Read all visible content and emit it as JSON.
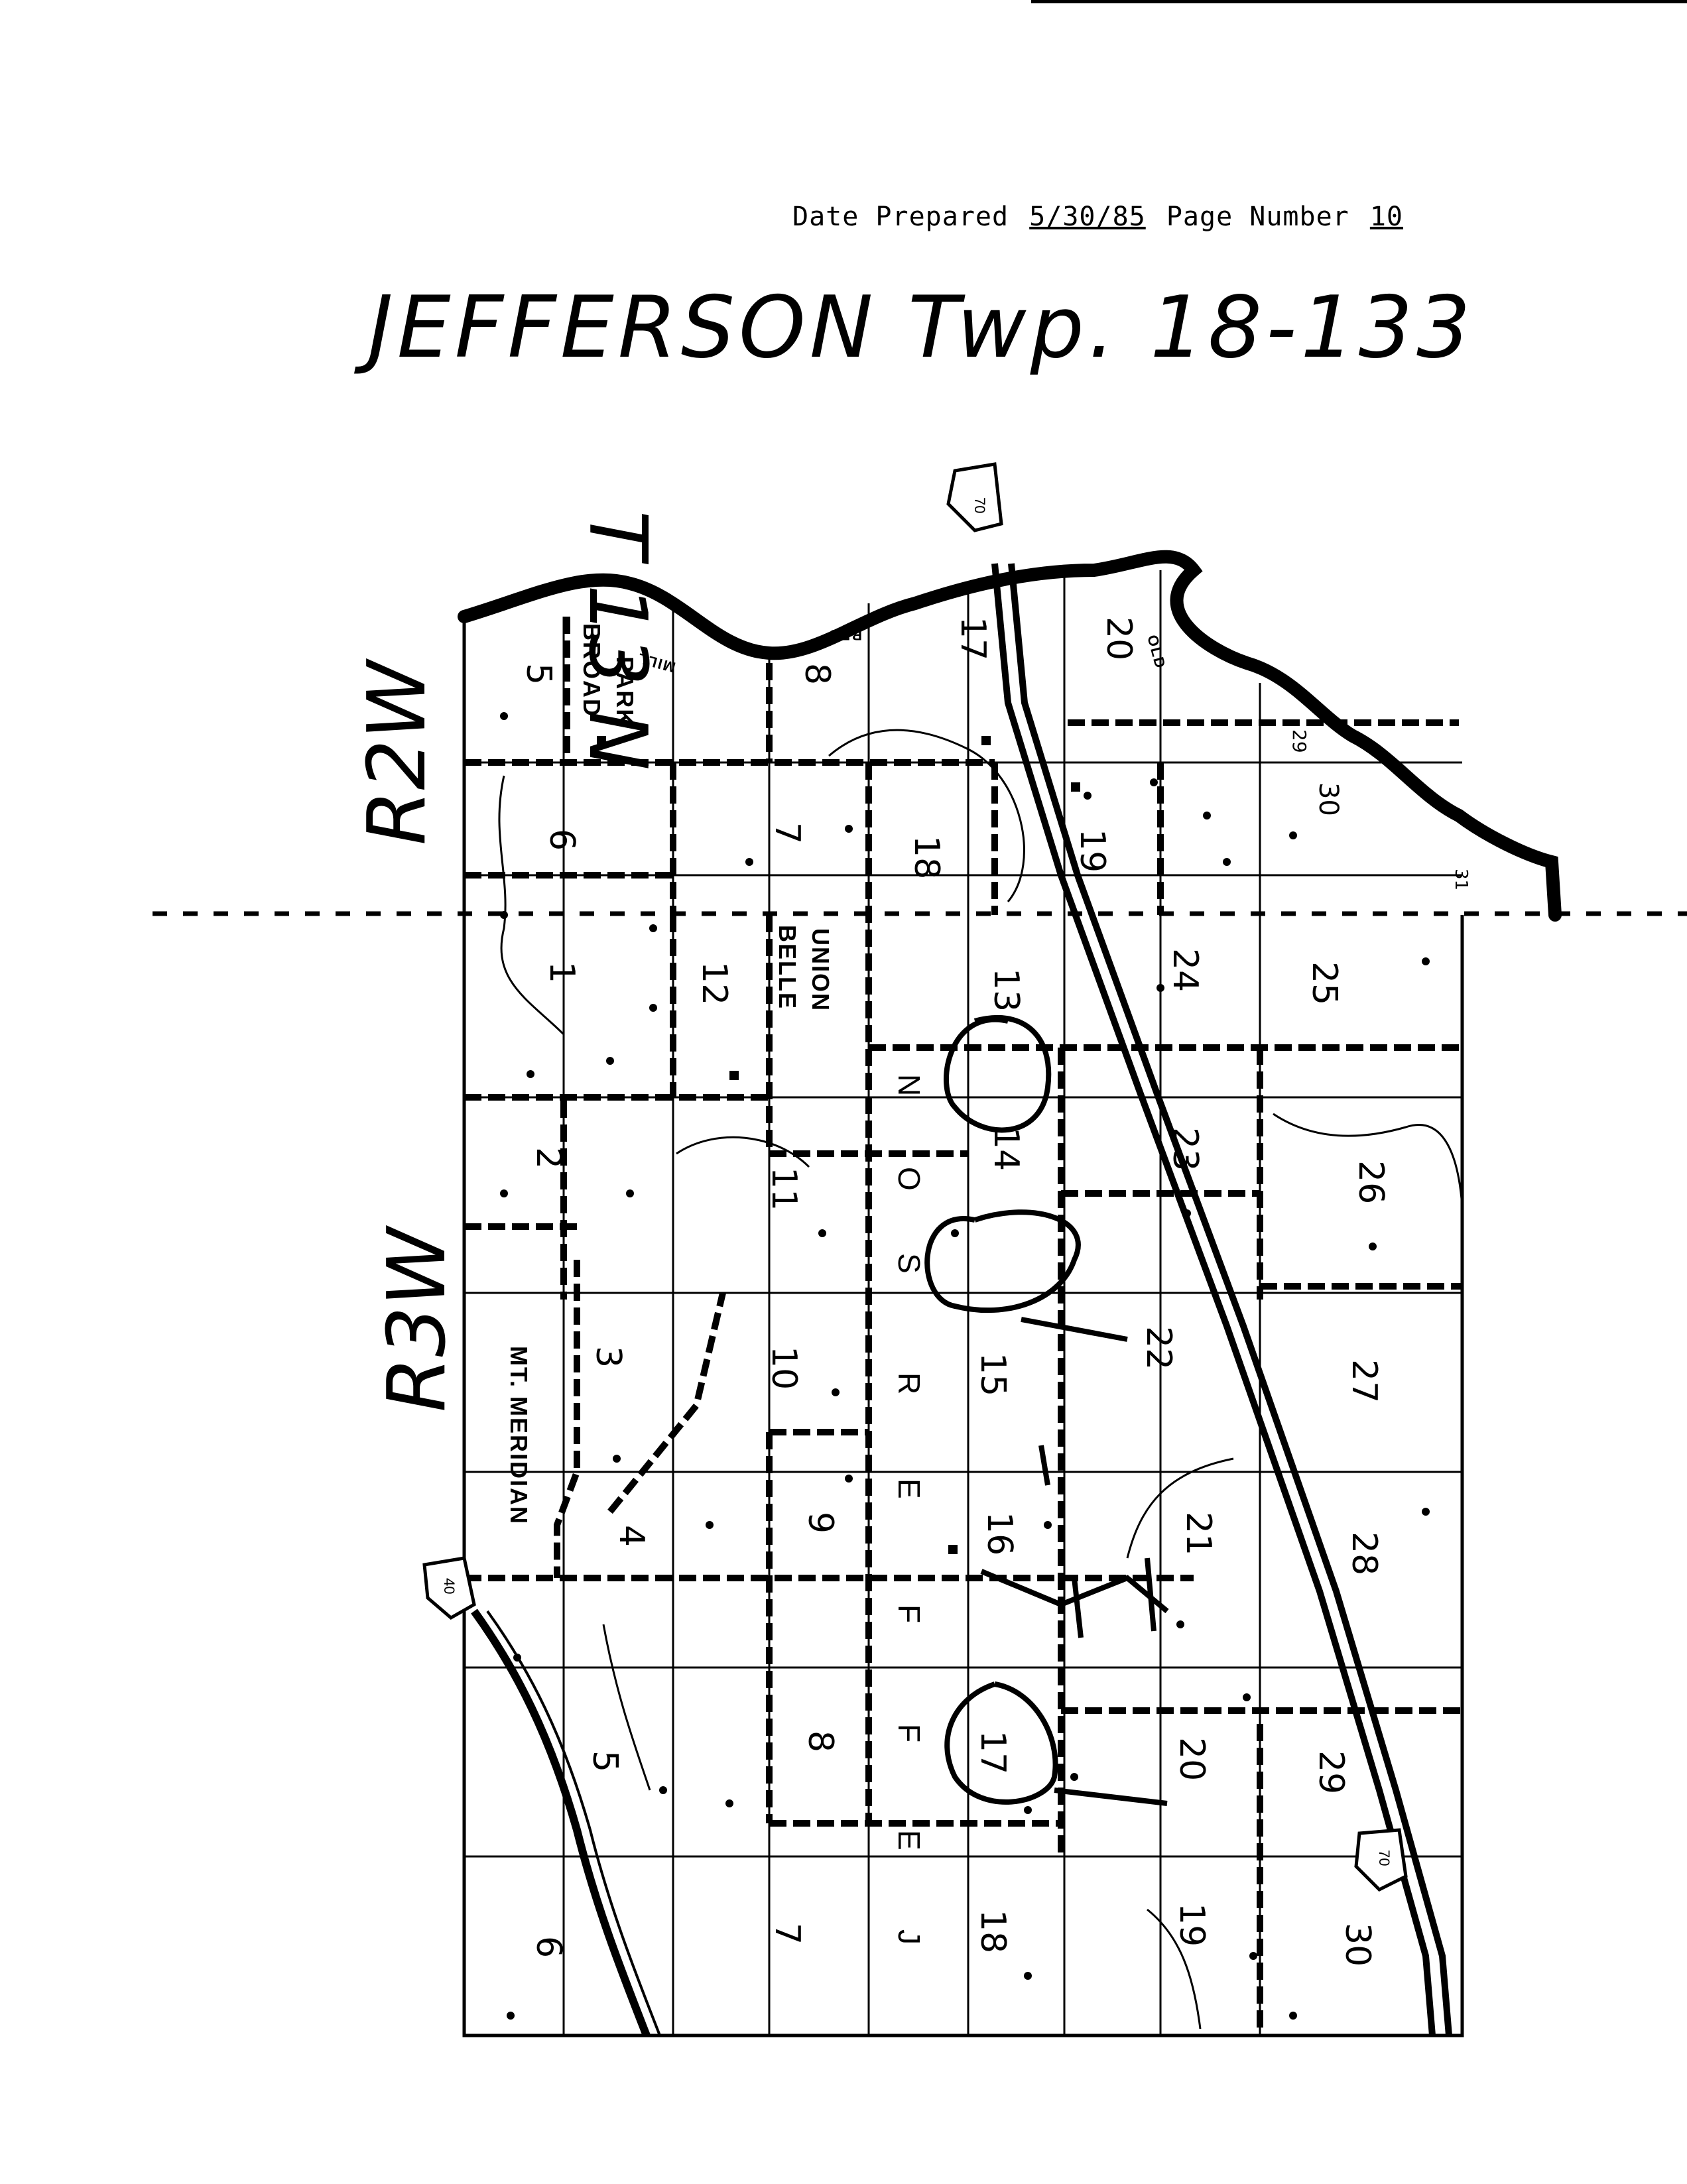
{
  "header": {
    "date_label": "Date Prepared",
    "date_value": "5/30/85",
    "page_label": "Page Number",
    "page_value": "10"
  },
  "title": "JEFFERSON  Twp. 18-133",
  "labels": {
    "township_north": "T 13 N",
    "range_upper": "R2W",
    "range_lower": "R3W",
    "township_name_letters": [
      "N",
      "O",
      "S",
      "R",
      "E",
      "F",
      "F",
      "E",
      "J"
    ],
    "places": [
      "BROAD PARK",
      "BELLE UNION",
      "MT. MERIDIAN"
    ],
    "road_labels": [
      "MILL",
      "BED",
      "OLD"
    ],
    "highway_shields": [
      "70",
      "40",
      "70"
    ]
  },
  "sections_r2w": [
    "5",
    "6",
    "8",
    "7",
    "17",
    "18",
    "20",
    "19",
    "29",
    "30",
    "31"
  ],
  "sections_r3w": [
    "1",
    "12",
    "13",
    "24",
    "25",
    "2",
    "11",
    "14",
    "23",
    "26",
    "3",
    "10",
    "15",
    "22",
    "27",
    "4",
    "9",
    "16",
    "21",
    "28",
    "5",
    "8",
    "17",
    "20",
    "29",
    "6",
    "7",
    "18",
    "19",
    "30"
  ],
  "colors": {
    "ink": "#000000",
    "paper": "#ffffff"
  }
}
